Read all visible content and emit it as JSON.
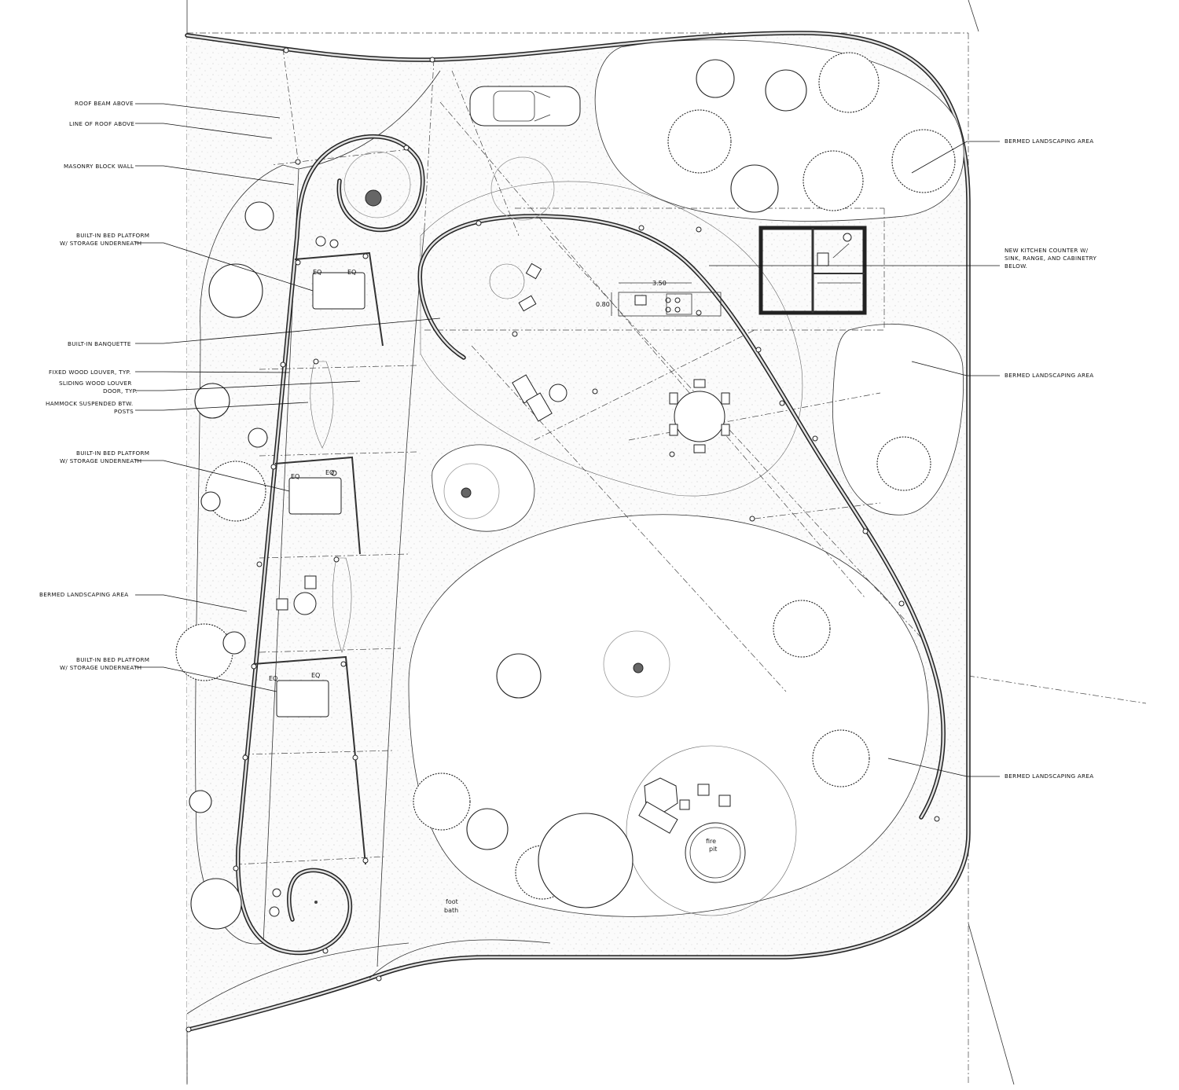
{
  "drawing": {
    "labels_left": [
      "ROOF BEAM ABOVE",
      "LINE OF ROOF ABOVE",
      "MASONRY BLOCK WALL",
      "BUILT-IN BED PLATFORM",
      "W/ STORAGE UNDERNEATH",
      "BUILT-IN BANQUETTE",
      "FIXED WOOD LOUVER, TYP.",
      "SLIDING WOOD LOUVER",
      "DOOR, TYP.",
      "HAMMOCK SUSPENDED BTW.",
      "POSTS",
      "BUILT-IN BED PLATFORM",
      "W/ STORAGE UNDERNEATH",
      "BERMED LANDSCAPING AREA",
      "BUILT-IN BED PLATFORM",
      "W/ STORAGE UNDERNEATH"
    ],
    "labels_right": [
      "BERMED LANDSCAPING AREA",
      "NEW KITCHEN COUNTER W/",
      "SINK, RANGE, AND CABINETRY",
      "BELOW.",
      "BERMED LANDSCAPING AREA",
      "BERMED LANDSCAPING AREA"
    ],
    "dimensions": {
      "counter_length": "3.50",
      "counter_depth": "0.80",
      "equal_mark": "EQ"
    },
    "annotations": {
      "fire_pit_line1": "fire",
      "fire_pit_line2": "pit",
      "foot_bath_line1": "foot",
      "foot_bath_line2": "bath"
    }
  }
}
